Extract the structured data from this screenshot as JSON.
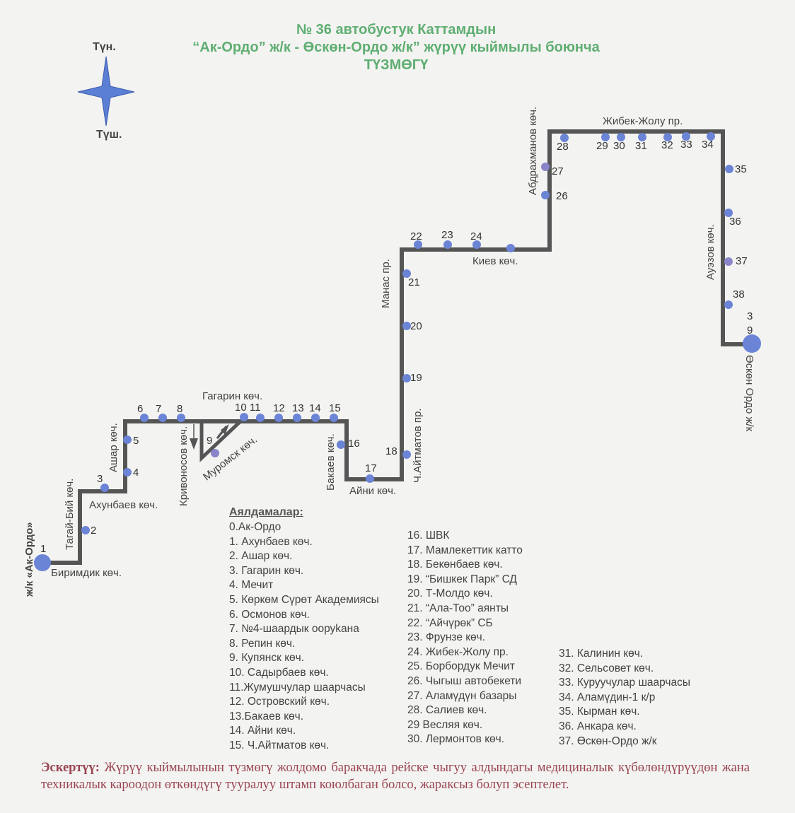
{
  "title": {
    "line1": "№ 36 автобустук Каттамдын",
    "line2": "“Ак-Ордо” ж/к  -  Өскөн-Ордо ж/к” жүрүү кыймылы боюнча",
    "line3": "ТҮЗМӨГҮ"
  },
  "compass": {
    "north": "Түн.",
    "south": "Түш."
  },
  "colors": {
    "title": "#5fae72",
    "route": "#555555",
    "stop": "#6b84d6",
    "note": "#9a4552"
  },
  "streets": {
    "birimdik": "Биримдик көч.",
    "tagai_biy": "Тагай-Бий көч.",
    "akhunbaev": "Ахунбаев көч.",
    "ashar": "Ашар көч.",
    "gagarin": "Гагарин көч.",
    "krivonosov": "Кривоносов көч.",
    "muromsk": "Муромск көч.",
    "bakaev": "Бакаев көч.",
    "aini": "Айни көч.",
    "aitmatov": "Ч.Айтматов пр.",
    "manas": "Манас пр.",
    "kiev": "Киев көч.",
    "abdrakhmanov": "Абдрахманов көч.",
    "zhibek_zholu": "Жибек-Жолу пр.",
    "auezov": "Ауэзов көч.",
    "start": "ж/к «Ак-Ордо»",
    "end": "Өскөн Ордо ж/к"
  },
  "stop_numbers": [
    "1",
    "2",
    "3",
    "4",
    "5",
    "6",
    "7",
    "8",
    "9",
    "10",
    "11",
    "12",
    "13",
    "14",
    "15",
    "16",
    "17",
    "18",
    "19",
    "20",
    "21",
    "22",
    "23",
    "24",
    "",
    "26",
    "27",
    "28",
    "29",
    "30",
    "31",
    "32",
    "33",
    "34",
    "35",
    "36",
    "37",
    "38",
    "3",
    "9"
  ],
  "legend": {
    "heading": "Аялдамалар:",
    "col1": [
      "0.Ак-Ордо",
      "1. Ахунбаев көч.",
      "2. Ашар көч.",
      "3. Гагарин көч.",
      "4. Мечит",
      "5. Көркөм Сүрөт Академиясы",
      "6. Осмонов көч.",
      "7. №4-шаардык ооруkана",
      "8. Репин көч.",
      "9. Купянск көч.",
      "10. Садырбаев көч.",
      "11.Жумушчулар шаарчасы",
      "12. Островский көч.",
      "13.Бакаев көч.",
      "14. Айни көч.",
      "15. Ч.Айтматов көч."
    ],
    "col2": [
      "16. ШВК",
      "17. Мамлекеттик катто",
      "18. Бекөнбаев көч.",
      "19. “Бишкек Парк” СД",
      "20. Т-Молдо көч.",
      "21. “Ала-Тоо” аянты",
      "22. “Айчүрөк” СБ",
      "23. Фрунзе көч.",
      "24. Жибек-Жолу пр.",
      "25. Борбордук Мечит",
      "26. Чыгыш автобекети",
      "27. Аламүдүн базары",
      "28. Салиев көч.",
      "29 Весляя көч.",
      "30. Лермонтов көч."
    ],
    "col3": [
      "31. Калинин көч.",
      "32. Сельсовет көч.",
      "33. Куруучулар шаарчасы",
      "34. Аламүдин-1 к/р",
      "35. Кырман көч.",
      "36. Анкара көч.",
      "37. Өскөн-Ордо ж/к"
    ]
  },
  "note": {
    "label": "Эскертүү:",
    "text": " Жүрүү кыймылынын түзмөгү жолдомо баракчада рейске чыгуу алдындагы медициналык күбөлөндүрүүдөн жана техникалык кароодон өткөндүгү тууралуу штамп коюлбаган болсо, жараксыз болуп эсептелет."
  }
}
